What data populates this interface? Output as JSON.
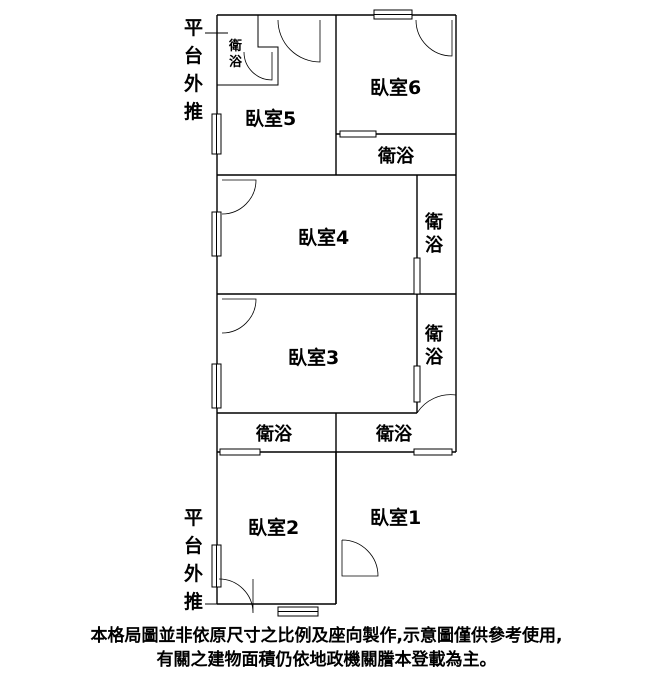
{
  "rooms": {
    "bedroom1": "臥室1",
    "bedroom2": "臥室2",
    "bedroom3": "臥室3",
    "bedroom4": "臥室4",
    "bedroom5": "臥室5",
    "bedroom6": "臥室6"
  },
  "baths": {
    "b5_line1": "衛",
    "b5_line2": "浴",
    "b6": "衛浴",
    "b4_line1": "衛",
    "b4_line2": "浴",
    "b3_line1": "衛",
    "b3_line2": "浴",
    "mid_left": "衛浴",
    "mid_right": "衛浴"
  },
  "platform_top": [
    "平",
    "台",
    "外",
    "推"
  ],
  "platform_bottom": [
    "平",
    "台",
    "外",
    "推"
  ],
  "disclaimer": {
    "line1": "本格局圖並非依原尺寸之比例及座向製作,示意圖僅供參考使用,",
    "line2": "有關之建物面積仍依地政機關謄本登載為主。"
  }
}
